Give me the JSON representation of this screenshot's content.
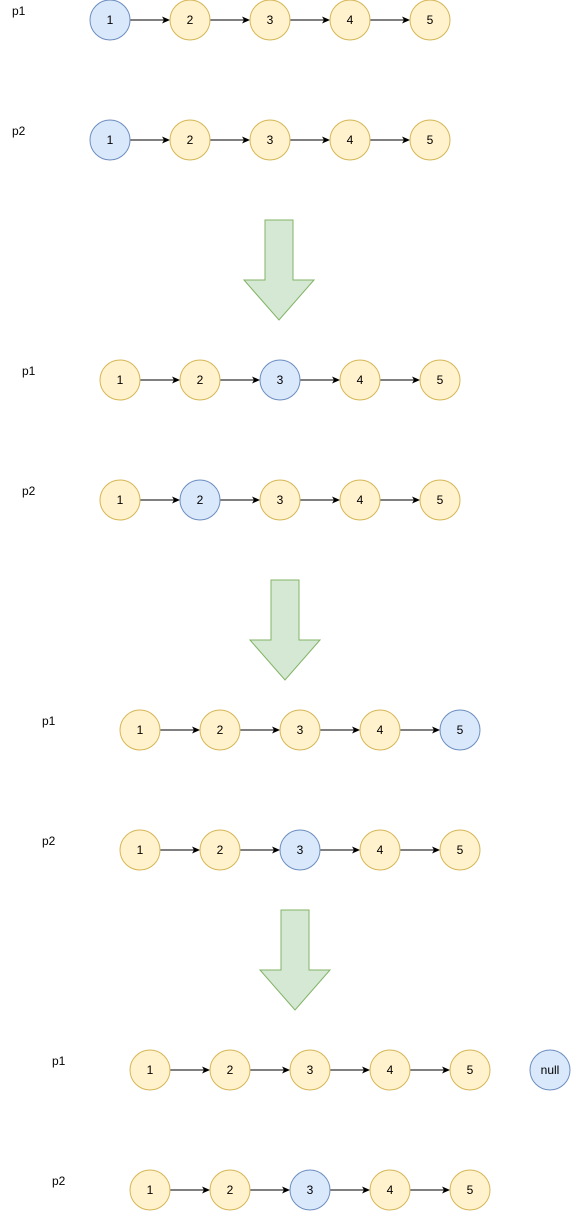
{
  "colors": {
    "node_fill": "#fff2cc",
    "node_stroke": "#d6b656",
    "pointer_fill": "#dae8fc",
    "pointer_stroke": "#6c8ebf",
    "step_arrow_fill": "#d5e8d4",
    "step_arrow_stroke": "#82b366",
    "link_color": "#000000"
  },
  "steps": [
    {
      "rows": [
        {
          "label": "p1",
          "nodes": [
            "1",
            "2",
            "3",
            "4",
            "5"
          ],
          "highlight": "1"
        },
        {
          "label": "p2",
          "nodes": [
            "1",
            "2",
            "3",
            "4",
            "5"
          ],
          "highlight": "1"
        }
      ]
    },
    {
      "rows": [
        {
          "label": "p1",
          "nodes": [
            "1",
            "2",
            "3",
            "4",
            "5"
          ],
          "highlight": "3"
        },
        {
          "label": "p2",
          "nodes": [
            "1",
            "2",
            "3",
            "4",
            "5"
          ],
          "highlight": "2"
        }
      ]
    },
    {
      "rows": [
        {
          "label": "p1",
          "nodes": [
            "1",
            "2",
            "3",
            "4",
            "5"
          ],
          "highlight": "5"
        },
        {
          "label": "p2",
          "nodes": [
            "1",
            "2",
            "3",
            "4",
            "5"
          ],
          "highlight": "3"
        }
      ]
    },
    {
      "rows": [
        {
          "label": "p1",
          "nodes": [
            "1",
            "2",
            "3",
            "4",
            "5"
          ],
          "highlight": "null",
          "extra_node": "null"
        },
        {
          "label": "p2",
          "nodes": [
            "1",
            "2",
            "3",
            "4",
            "5"
          ],
          "highlight": "3"
        }
      ]
    }
  ]
}
